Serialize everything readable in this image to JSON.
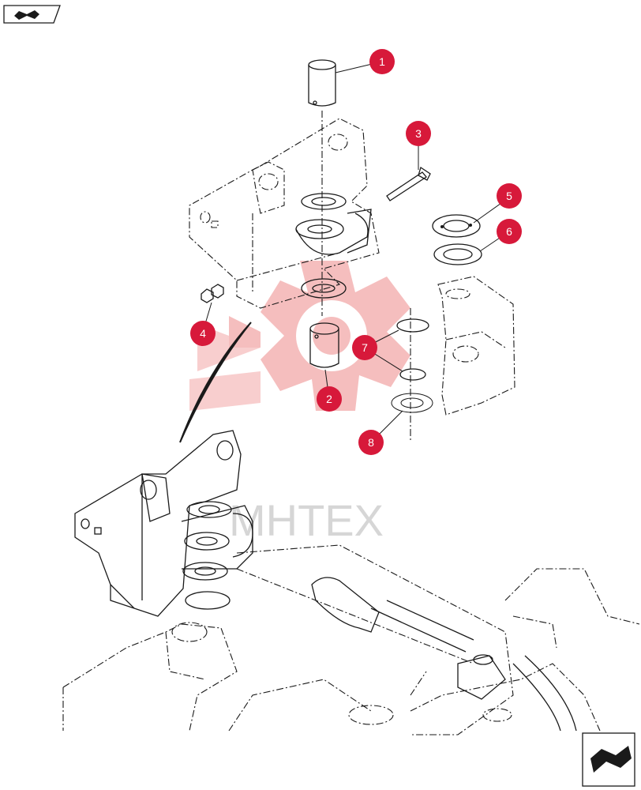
{
  "nav": {
    "top_icon": "book-arrow-icon",
    "bottom_icon": "book-arrow-icon"
  },
  "watermark": {
    "text": "MHTEX",
    "color": "#f4b3b3"
  },
  "callouts": [
    {
      "label": "1"
    },
    {
      "label": "2"
    },
    {
      "label": "3"
    },
    {
      "label": "4"
    },
    {
      "label": "5"
    },
    {
      "label": "6"
    },
    {
      "label": "7"
    },
    {
      "label": "8"
    }
  ],
  "colors": {
    "callout": "#d7193a",
    "line": "#1a1a1a"
  }
}
